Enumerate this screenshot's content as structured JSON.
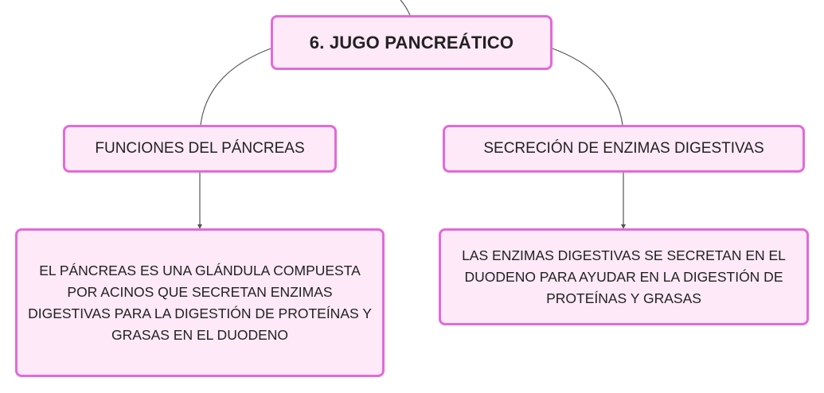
{
  "diagram": {
    "colors": {
      "node_fill": "#fde9f7",
      "node_border": "#e36ad8",
      "connector": "#555555",
      "text": "#222222"
    },
    "root": {
      "label": "6. JUGO PANCREÁTICO"
    },
    "branches": [
      {
        "topic": "FUNCIONES DEL PÁNCREAS",
        "detail": "EL PÁNCREAS ES UNA GLÁNDULA COMPUESTA POR ACINOS QUE SECRETAN ENZIMAS DIGESTIVAS PARA LA DIGESTIÓN DE PROTEÍNAS Y GRASAS EN EL DUODENO"
      },
      {
        "topic": "SECRECIÓN DE ENZIMAS DIGESTIVAS",
        "detail": "LAS ENZIMAS DIGESTIVAS SE SECRETAN EN EL DUODENO PARA AYUDAR EN LA DIGESTIÓN DE PROTEÍNAS Y GRASAS"
      }
    ]
  }
}
